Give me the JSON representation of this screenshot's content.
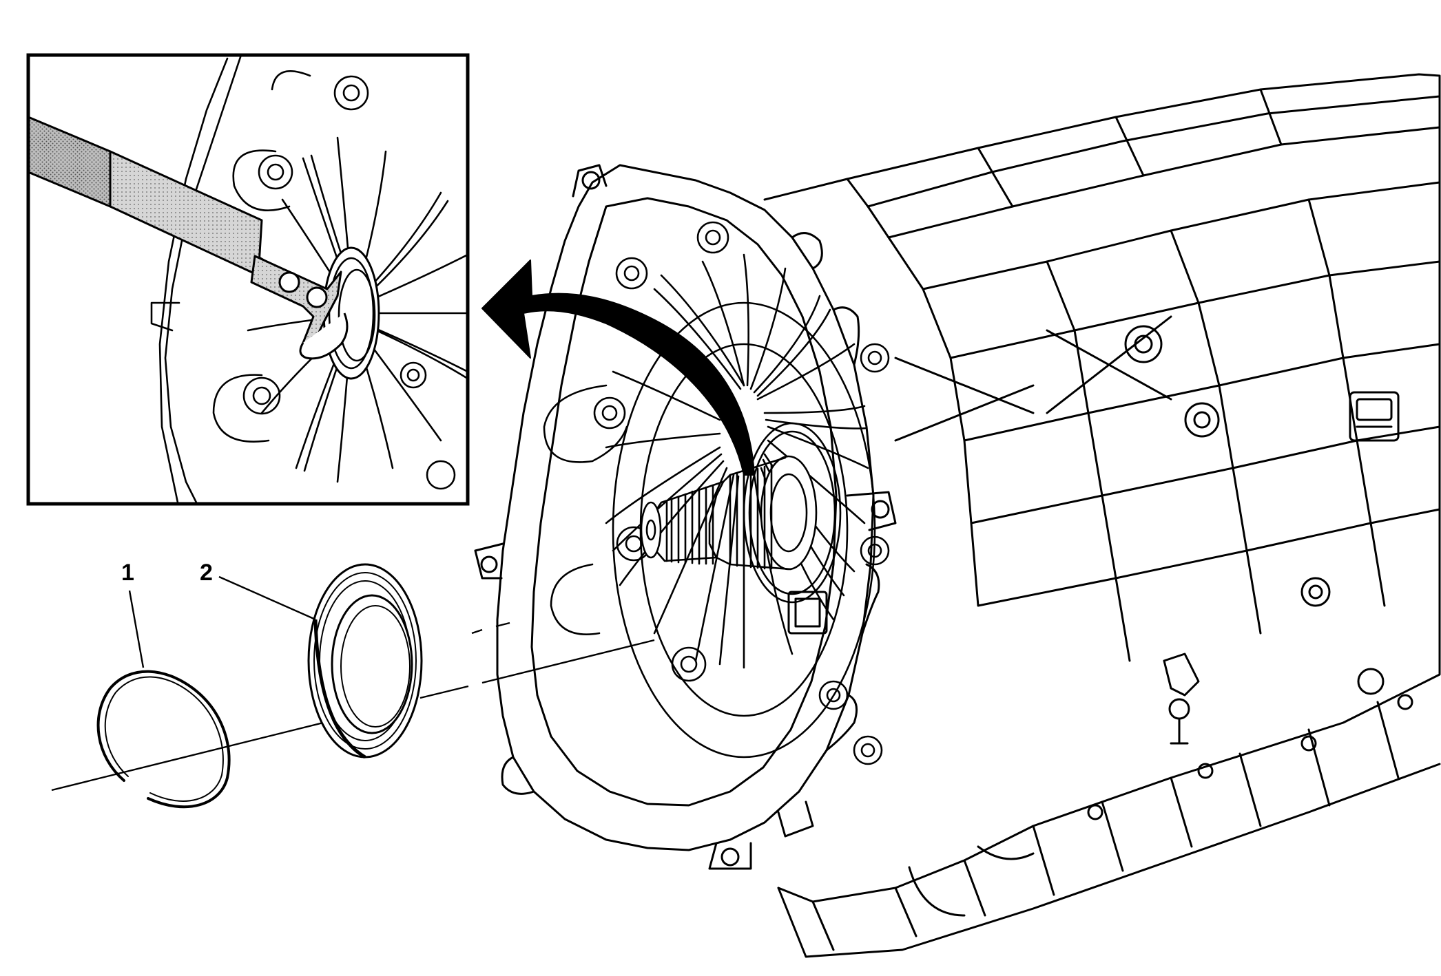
{
  "figure": {
    "callouts": [
      {
        "id": "1",
        "label": "1",
        "part": "snap-ring"
      },
      {
        "id": "2",
        "label": "2",
        "part": "seal"
      }
    ],
    "icons": {
      "arrow": "curved-arrow-icon",
      "tool": "seal-removal-tool-icon"
    },
    "colors": {
      "line": "#000000",
      "background": "#ffffff",
      "tool_fill": "#9a9a9a"
    }
  }
}
